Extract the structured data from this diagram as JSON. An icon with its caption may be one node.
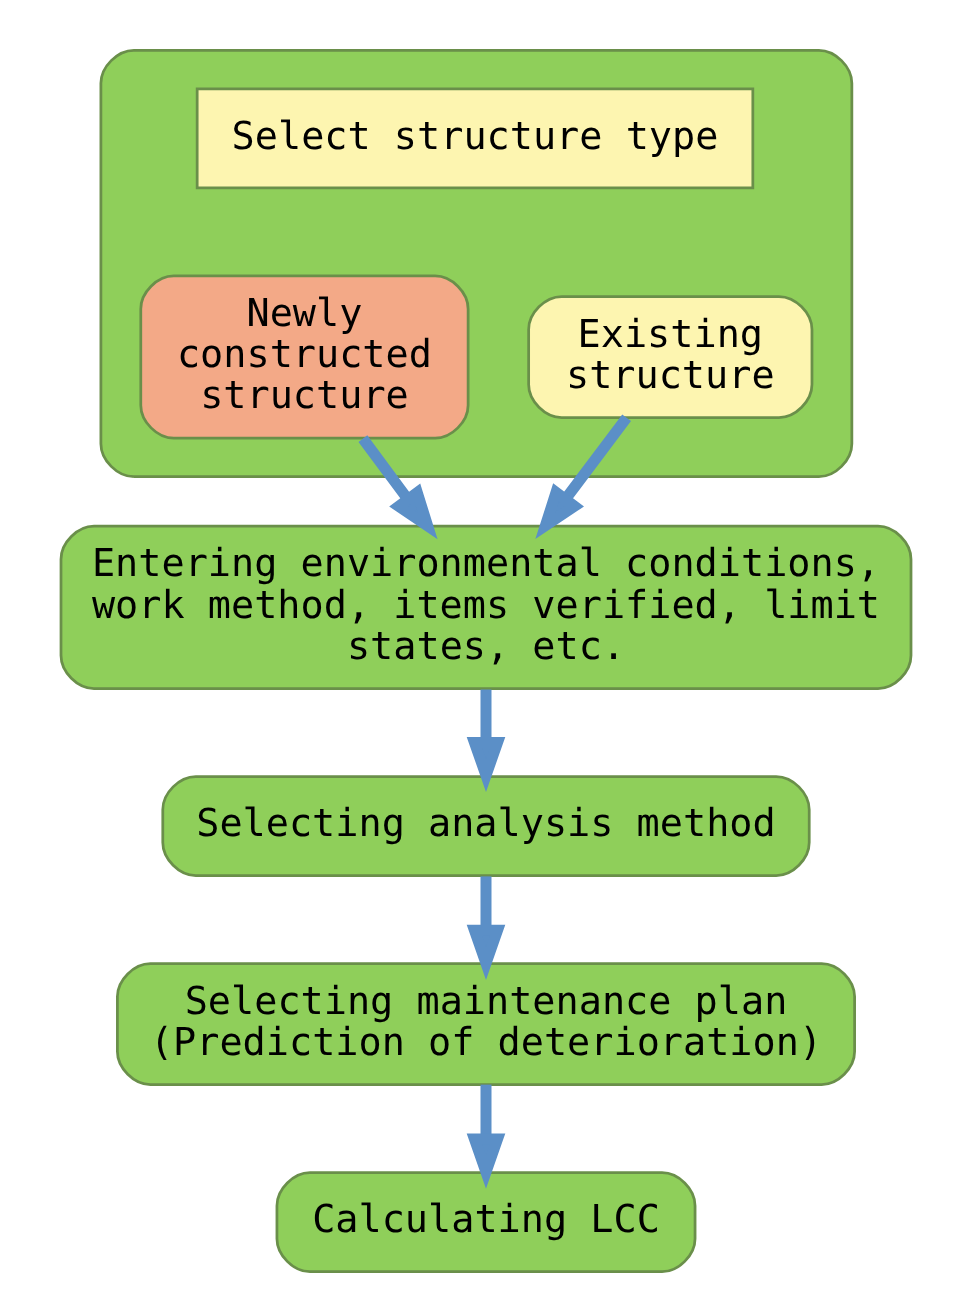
{
  "diagram": {
    "nodes": [
      {
        "text": [],
        "shape": "box"
      },
      {
        "text": [
          "Select structure type"
        ],
        "in": 0
      },
      {
        "text": [
          "Newly constructed structure"
        ],
        "in": 0
      },
      {
        "text": [
          "Existing structure"
        ],
        "in": 0
      },
      {
        "text": [
          "Entering environmental conditions, work method, items verified, limit states, etc."
        ]
      },
      {
        "text": [
          "Selecting analysis method"
        ]
      },
      {
        "text": [
          "Selecting maintenance plan (Prediction of deterioration)"
        ]
      },
      {
        "text": [
          "Calculating LCC"
        ]
      }
    ],
    "edges": [
      {
        "from": 2,
        "to": 4,
        "arrow": "to"
      },
      {
        "from": 3,
        "to": 4,
        "arrow": "to"
      },
      {
        "from": 4,
        "to": 5,
        "arrow": "to"
      },
      {
        "from": 5,
        "to": 6,
        "arrow": "to"
      },
      {
        "from": 6,
        "to": 7,
        "arrow": "to"
      }
    ]
  }
}
